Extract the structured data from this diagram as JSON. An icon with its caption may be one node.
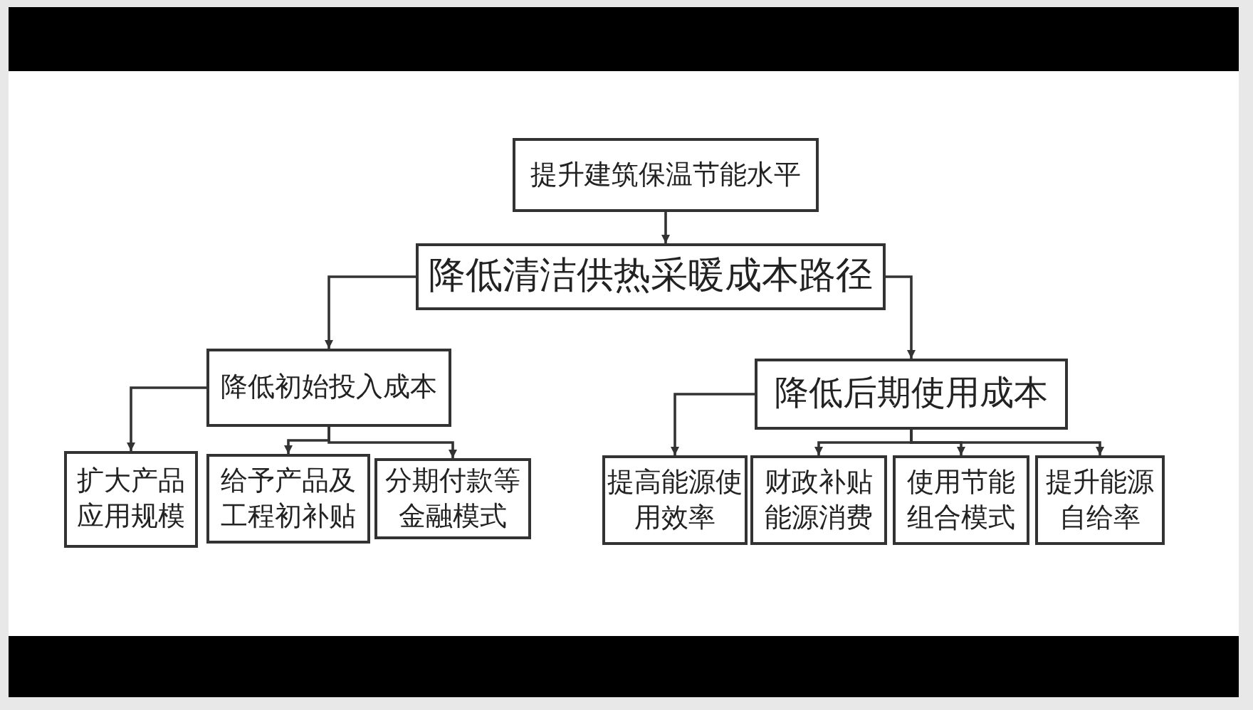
{
  "diagram": {
    "nodes": [
      {
        "text": [
          "提升建筑保温节能水平"
        ]
      },
      {
        "text": [
          "降低清洁供热采暖成本路径"
        ]
      },
      {
        "text": [
          "降低初始投入成本"
        ]
      },
      {
        "text": [
          "降低后期使用成本"
        ]
      },
      {
        "text": [
          "扩大产品应用规模"
        ]
      },
      {
        "text": [
          "给予产品及工程初补贴"
        ]
      },
      {
        "text": [
          "分期付款等金融模式"
        ]
      },
      {
        "text": [
          "提高能源使用效率"
        ]
      },
      {
        "text": [
          "财政补贴能源消费"
        ]
      },
      {
        "text": [
          "使用节能组合模式"
        ]
      },
      {
        "text": [
          "提升能源自给率"
        ]
      }
    ],
    "edges": [
      {
        "from": 0,
        "to": 1,
        "arrow": "to"
      },
      {
        "from": 1,
        "to": 2,
        "arrow": "to"
      },
      {
        "from": 1,
        "to": 3,
        "arrow": "to"
      },
      {
        "from": 2,
        "to": 4,
        "arrow": "to"
      },
      {
        "from": 2,
        "to": 5,
        "arrow": "to"
      },
      {
        "from": 2,
        "to": 6,
        "arrow": "to"
      },
      {
        "from": 3,
        "to": 7,
        "arrow": "to"
      },
      {
        "from": 3,
        "to": 8,
        "arrow": "to"
      },
      {
        "from": 3,
        "to": 9,
        "arrow": "to"
      },
      {
        "from": 3,
        "to": 10,
        "arrow": "to"
      }
    ]
  }
}
